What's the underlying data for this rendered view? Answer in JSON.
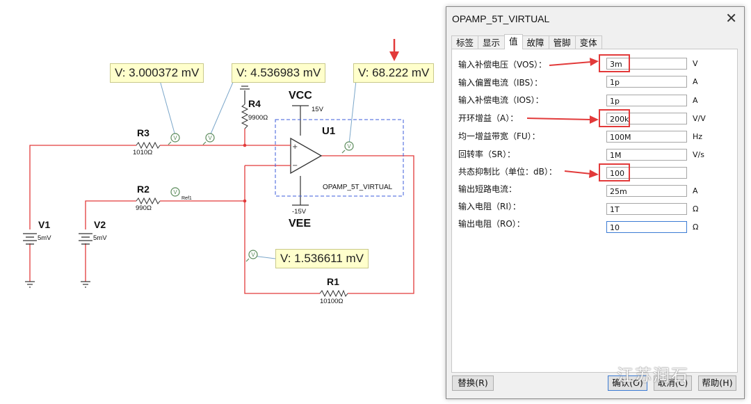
{
  "schematic": {
    "probes": [
      {
        "label": "V: 3.000372 mV"
      },
      {
        "label": "V: 4.536983 mV"
      },
      {
        "label": "V: 68.222 mV"
      },
      {
        "label": "V: 1.536611 mV"
      }
    ],
    "components": {
      "r3": {
        "ref": "R3",
        "value": "1010Ω"
      },
      "r4": {
        "ref": "R4",
        "value": "9900Ω"
      },
      "r2": {
        "ref": "R2",
        "value": "990Ω"
      },
      "r1": {
        "ref": "R1",
        "value": "10100Ω"
      },
      "v1": {
        "ref": "V1",
        "value": "5mV"
      },
      "v2": {
        "ref": "V2",
        "value": "5mV"
      },
      "vcc": {
        "ref": "VCC",
        "value": "15V"
      },
      "vee": {
        "ref": "VEE",
        "value": "-15V"
      },
      "u1": {
        "ref": "U1",
        "model": "OPAMP_5T_VIRTUAL"
      },
      "ref1": "Ref1",
      "probe_glyph": "V",
      "plus": "+",
      "minus": "−"
    },
    "colors": {
      "wire": "#e23a3a",
      "probe": "#5a8a5a",
      "annotation": "#e23a3a"
    }
  },
  "dialog": {
    "title": "OPAMP_5T_VIRTUAL",
    "close": "✕",
    "tabs": [
      {
        "label": "标签",
        "active": false
      },
      {
        "label": "显示",
        "active": false
      },
      {
        "label": "值",
        "active": true
      },
      {
        "label": "故障",
        "active": false
      },
      {
        "label": "管脚",
        "active": false
      },
      {
        "label": "变体",
        "active": false
      }
    ],
    "params": [
      {
        "label": "输入补偿电压（VOS）：",
        "value": "3m",
        "unit": "V",
        "highlight": true
      },
      {
        "label": "输入偏置电流（IBS）：",
        "value": "1p",
        "unit": "A",
        "highlight": false
      },
      {
        "label": "输入补偿电流（IOS）：",
        "value": "1p",
        "unit": "A",
        "highlight": false
      },
      {
        "label": "开环增益（A）：",
        "value": "200k",
        "unit": "V/V",
        "highlight": true
      },
      {
        "label": "均一增益带宽（FU）：",
        "value": "100M",
        "unit": "Hz",
        "highlight": false
      },
      {
        "label": "回转率（SR）：",
        "value": "1M",
        "unit": "V/s",
        "highlight": false
      },
      {
        "label": "共态抑制比（单位：dB）：",
        "value": "100",
        "unit": "",
        "highlight": true
      },
      {
        "label": "输出短路电流：",
        "value": "25m",
        "unit": "A",
        "highlight": false
      },
      {
        "label": "输入电阻（RI）：",
        "value": "1T",
        "unit": "Ω",
        "highlight": false
      },
      {
        "label": "输出电阻（RO）：",
        "value": "10",
        "unit": "Ω",
        "highlight": false
      }
    ],
    "buttons": {
      "replace": "替换(R)",
      "ok": "确认(O)",
      "cancel": "取消(C)",
      "help": "帮助(H)"
    }
  },
  "watermark": "江苏润石"
}
